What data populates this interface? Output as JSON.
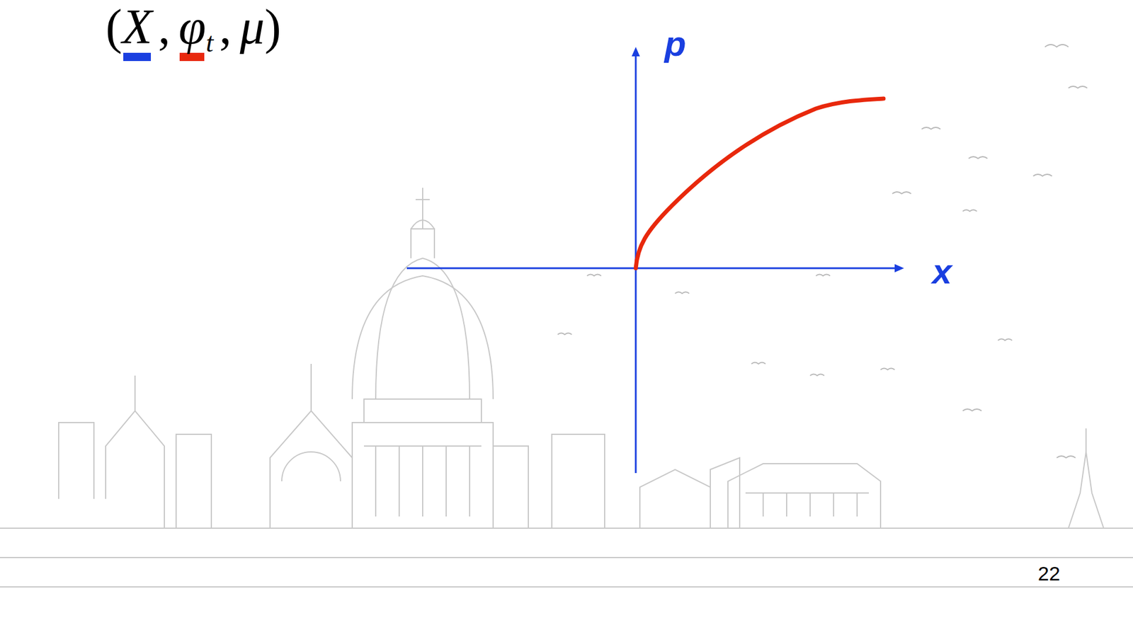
{
  "diagram": {
    "labels": [
      "(",
      "X",
      ",",
      "φ",
      "t",
      ",",
      "μ",
      ")",
      "p",
      "x",
      "22"
    ]
  }
}
